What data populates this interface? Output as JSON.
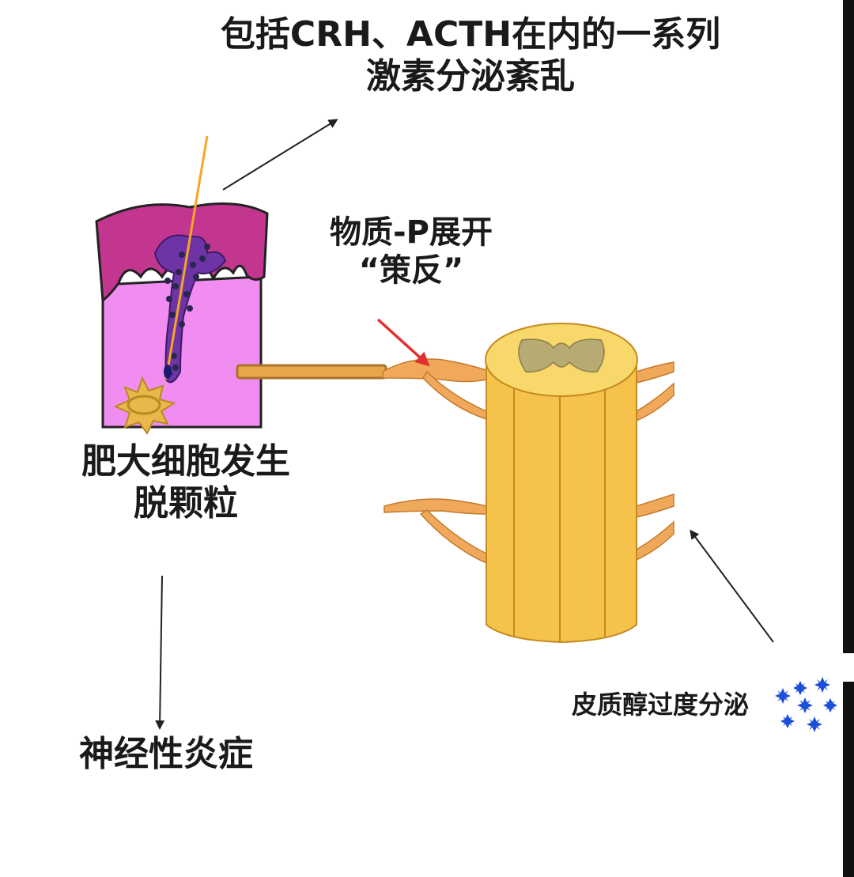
{
  "top_label": {
    "line1": "包括CRH、ACTH在内的一系列",
    "line2": "激素分泌紊乱"
  },
  "substance_p_label": {
    "line1": "物质-P展开",
    "line2": "“策反”"
  },
  "mast_cell_label": {
    "line1": "肥大细胞发生",
    "line2": "脱颗粒"
  },
  "neuro_label": {
    "text": "神经性炎症"
  },
  "cortisol_label": {
    "text": "皮质醇过度分泌"
  },
  "colors": {
    "skin_top": "#c2368f",
    "skin_body": "#f18cf0",
    "hair_follicle": "#6e34a6",
    "hair_shaft": "#f5a623",
    "mast_cell": "#e8b84a",
    "nerve": "#f0a85a",
    "spinal_cord": "#f5c24c",
    "gray_matter": "#b7aa72",
    "cortisol_dots": "#1e4fd8",
    "red_arrow": "#e03030",
    "black_arrow": "#222222"
  }
}
